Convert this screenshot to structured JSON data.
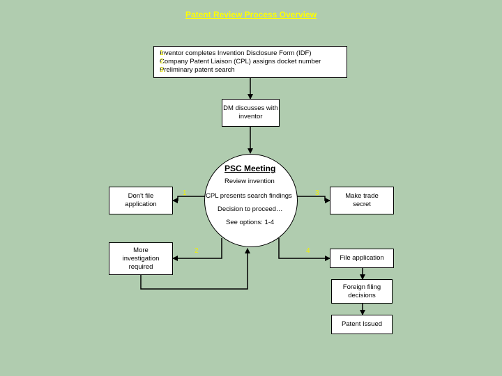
{
  "title": "Patent Review Process Overview",
  "steps": [
    {
      "num": "1.",
      "text": "Inventor completes Invention Disclosure Form (IDF)"
    },
    {
      "num": "2.",
      "text": "Company Patent Liaison (CPL) assigns docket number"
    },
    {
      "num": "3.",
      "text": "Preliminary patent search"
    }
  ],
  "dm_box": "DM discusses with inventor",
  "psc": {
    "heading": "PSC Meeting",
    "line1": "Review invention",
    "line2": "CPL presents search findings",
    "line3": "Decision to proceed…",
    "line4": "See options: 1-4"
  },
  "options": {
    "opt1_num": "1",
    "opt1_label": "Don't file application",
    "opt2_num": "2",
    "opt2_label": "More investigation required",
    "opt3_num": "3",
    "opt3_label": "Make trade secret",
    "opt4_num": "4",
    "opt4_label": "File application"
  },
  "foreign_box": "Foreign filing decisions",
  "issued_box": "Patent Issued",
  "colors": {
    "background": "#b0ccaf",
    "title": "#ffff00",
    "option_numbers": "#f1f100"
  }
}
